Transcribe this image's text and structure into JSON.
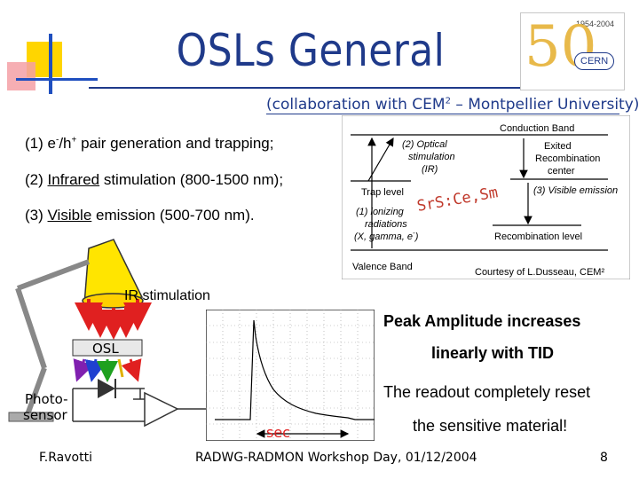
{
  "header": {
    "title": "OSLs General",
    "subtitle_pre": "(collaboration with CEM",
    "subtitle_sup": "2",
    "subtitle_post": " – Montpellier University)",
    "logo_years": "1954-2004",
    "logo_number": "50",
    "logo_org": "CERN"
  },
  "bullets": [
    {
      "num": "(1)",
      "pre": "e",
      "sup1": "-",
      "mid": "/h",
      "sup2": "+",
      "post": " pair generation and trapping;"
    },
    {
      "num": "(2)",
      "u": "Infrared",
      "post": " stimulation (800-1500 nm);"
    },
    {
      "num": "(3)",
      "u": "Visible",
      "post": " emission (500-700 nm)."
    }
  ],
  "band_diagram": {
    "conduction": "Conduction Band",
    "optical_lines": [
      "(2) Optical",
      "stimulation",
      "(IR)"
    ],
    "excited_lines": [
      "Exited",
      "Recombination",
      "center"
    ],
    "trap": "Trap level",
    "material": "SrS:Ce,Sm",
    "visible": "(3) Visible emission",
    "ionizing_lines": [
      "(1)  ionizing",
      "radiations",
      "(X, gamma, e",
      ")"
    ],
    "ionizing_sup": "-",
    "recombination": "Recombination level",
    "valence": "Valence Band",
    "courtesy": "Courtesy of L.Dusseau, CEM²"
  },
  "apparatus": {
    "ir_label": "IR stimulation",
    "osl_label": "OSL",
    "photosensor_lines": [
      "Photo-",
      "sensor"
    ],
    "time_axis": "sec"
  },
  "findings": {
    "line1": "Peak Amplitude increases",
    "line2": "linearly with TID",
    "line3": "The readout completely reset",
    "line4": "the sensitive material!"
  },
  "footer": {
    "author": "F.Ravotti",
    "event": "RADWG-RADMON Workshop Day, 01/12/2004",
    "page": "8"
  }
}
